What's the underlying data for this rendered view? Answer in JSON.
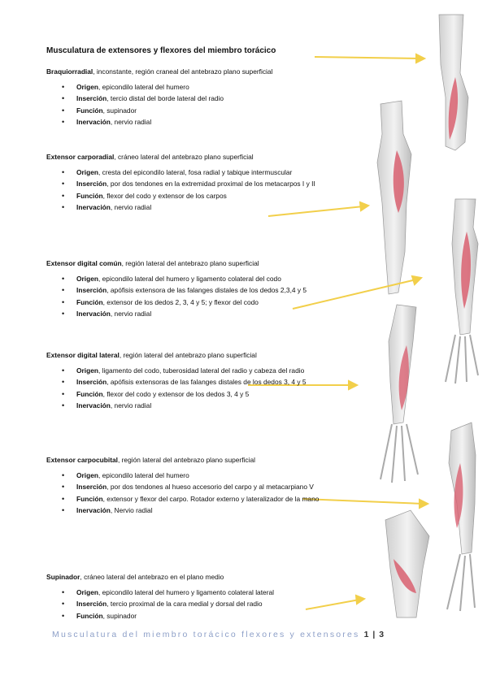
{
  "title": "Musculatura de extensores y flexores del miembro torácico",
  "sections": [
    {
      "name": "Braquiorradial",
      "desc": ", inconstante, región craneal del antebrazo plano superficial",
      "items": [
        {
          "label": "Origen",
          "text": ", epicondilo lateral del humero"
        },
        {
          "label": "Inserción",
          "text": ", tercio distal del borde lateral del radio"
        },
        {
          "label": "Función",
          "text": ", supinador"
        },
        {
          "label": "Inervación",
          "text": ", nervio radial"
        }
      ]
    },
    {
      "name": "Extensor carporadial",
      "desc": ", cráneo lateral del antebrazo plano superficial",
      "items": [
        {
          "label": "Origen",
          "text": ", cresta del epicondilo lateral, fosa radial y tabique intermuscular"
        },
        {
          "label": "Inserción",
          "text": ", por dos tendones en la extremidad proximal de los metacarpos I y II"
        },
        {
          "label": "Función",
          "text": ", flexor del codo y extensor de los carpos"
        },
        {
          "label": "Inervación",
          "text": ", nervio radial"
        }
      ]
    },
    {
      "name": "Extensor digital común",
      "desc": ", región lateral del antebrazo plano superficial",
      "items": [
        {
          "label": "Origen",
          "text": ", epicondilo lateral del humero y ligamento colateral del codo"
        },
        {
          "label": "Inserción",
          "text": ", apófisis extensora de las falanges distales de los dedos 2,3,4 y 5"
        },
        {
          "label": "Función",
          "text": ", extensor de los dedos 2, 3, 4 y 5; y flexor del codo"
        },
        {
          "label": "Inervación",
          "text": ", nervio radial"
        }
      ]
    },
    {
      "name": "Extensor digital lateral",
      "desc": ", región lateral del antebrazo plano superficial",
      "items": [
        {
          "label": "Origen",
          "text": ", ligamento del codo, tuberosidad lateral del radio y cabeza del radio"
        },
        {
          "label": "Inserción",
          "text": ", apófisis extensoras de las falanges distales de los dedos 3, 4 y 5"
        },
        {
          "label": "Función",
          "text": ", flexor del codo y extensor de los dedos 3, 4 y 5"
        },
        {
          "label": "Inervación",
          "text": ", nervio radial"
        }
      ]
    },
    {
      "name": "Extensor carpocubital",
      "desc": ", región lateral del antebrazo plano superficial",
      "items": [
        {
          "label": "Origen",
          "text": ", epicondilo lateral del humero"
        },
        {
          "label": "Inserción",
          "text": ", por dos tendones al hueso accesorio del carpo y al metacarpiano V"
        },
        {
          "label": "Función",
          "text": ", extensor y flexor del carpo. Rotador externo y lateralizador de la mano"
        },
        {
          "label": "Inervación",
          "text": ", Nervio radial"
        }
      ]
    },
    {
      "name": "Supinador",
      "desc": ", cráneo lateral del antebrazo en el plano medio",
      "items": [
        {
          "label": "Origen",
          "text": ", epicondilo lateral del humero y ligamento colateral lateral"
        },
        {
          "label": "Inserción",
          "text": ", tercio proximal de la cara medial y dorsal del radio"
        },
        {
          "label": "Función",
          "text": ", supinador"
        }
      ]
    }
  ],
  "footer": {
    "text": "Musculatura del miembro torácico flexores y extensores",
    "page": "1 | 3"
  },
  "colors": {
    "arrow": "#f2cf4a",
    "muscle": "#d86070",
    "bone": "#dcdcdc",
    "footer": "#8ea0c8"
  }
}
